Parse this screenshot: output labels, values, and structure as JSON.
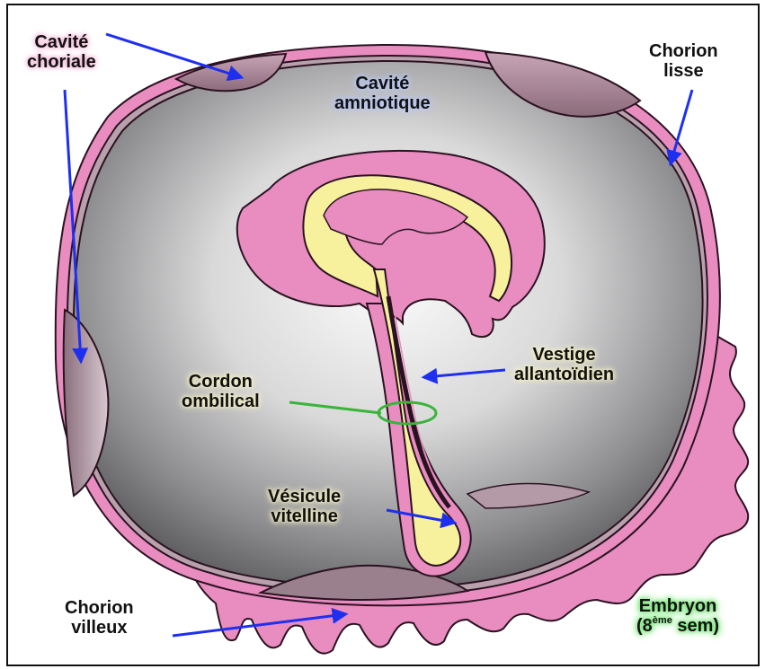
{
  "labels": {
    "cavite_choriale": [
      "Cavité",
      "choriale"
    ],
    "cavite_amniotique": [
      "Cavité",
      "amniotique"
    ],
    "chorion_lisse": [
      "Chorion",
      "lisse"
    ],
    "vestige_allantoidien": [
      "Vestige",
      "allantoïdien"
    ],
    "cordon_ombilical": [
      "Cordon",
      "ombilical"
    ],
    "vesicule_vitelline": [
      "Vésicule",
      "vitelline"
    ],
    "chorion_villeux": [
      "Chorion",
      "villeux"
    ],
    "embryon": {
      "line1": "Embryon",
      "line2_open": "(8",
      "line2_sup": "ème",
      "line2_close": " sem)"
    }
  },
  "colors": {
    "membrane_pink": "#e98cc0",
    "cavity_gray": "#9a9a9c",
    "yolk_yellow": "#f7f09c",
    "arrow_blue": "#1f2ff0",
    "cord_green": "#3ab43a",
    "outline": "#2a1320"
  }
}
